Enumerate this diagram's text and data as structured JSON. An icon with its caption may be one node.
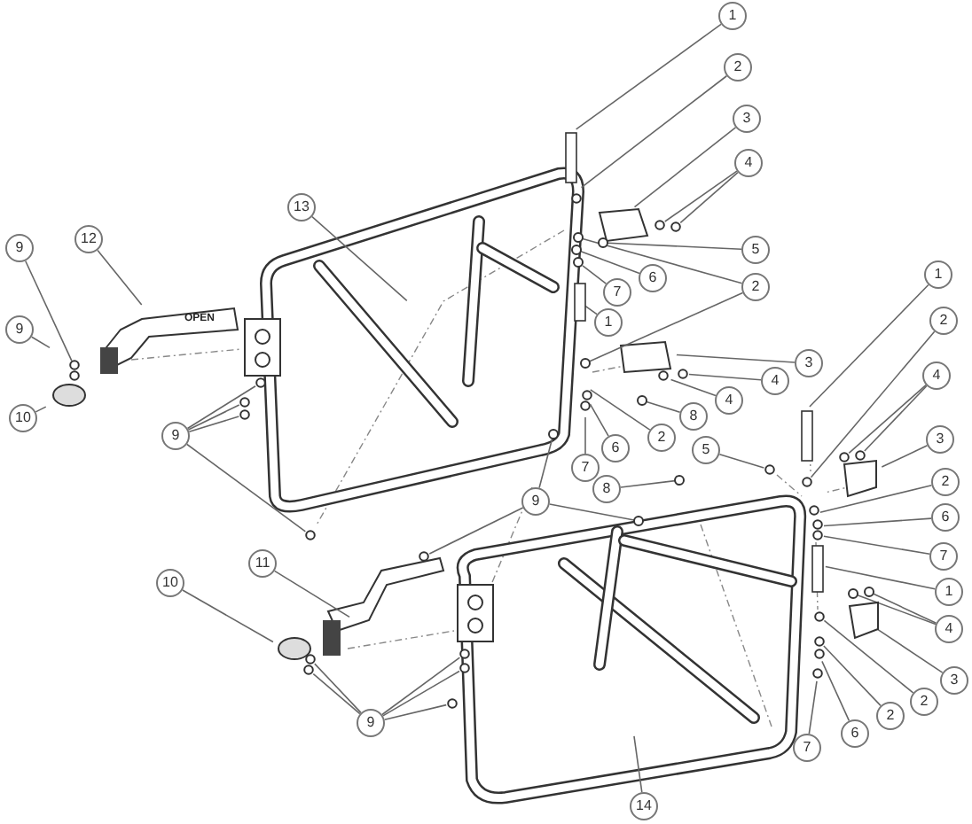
{
  "diagram": {
    "nodes": [
      {
        "text": [
          "1"
        ]
      },
      {
        "text": [
          "2"
        ]
      },
      {
        "text": [
          "3"
        ]
      },
      {
        "text": [
          "4"
        ]
      },
      {
        "text": [
          "13"
        ]
      },
      {
        "text": [
          "12"
        ]
      },
      {
        "text": [
          "9"
        ]
      },
      {
        "text": [
          "5"
        ]
      },
      {
        "text": [
          "1"
        ]
      },
      {
        "text": [
          "6"
        ]
      },
      {
        "text": [
          "7"
        ]
      },
      {
        "text": [
          "2"
        ]
      },
      {
        "text": [
          "1"
        ]
      },
      {
        "text": [
          "2"
        ]
      },
      {
        "text": [
          "9"
        ]
      },
      {
        "text": [
          "3"
        ]
      },
      {
        "text": [
          "4"
        ]
      },
      {
        "text": [
          "4"
        ]
      },
      {
        "text": [
          "4"
        ]
      },
      {
        "text": [
          "8"
        ]
      },
      {
        "text": [
          "10"
        ]
      },
      {
        "text": [
          "2"
        ]
      },
      {
        "text": [
          "9"
        ]
      },
      {
        "text": [
          "3"
        ]
      },
      {
        "text": [
          "6"
        ]
      },
      {
        "text": [
          "5"
        ]
      },
      {
        "text": [
          "7"
        ]
      },
      {
        "text": [
          "2"
        ]
      },
      {
        "text": [
          "8"
        ]
      },
      {
        "text": [
          "9"
        ]
      },
      {
        "text": [
          "6"
        ]
      },
      {
        "text": [
          "7"
        ]
      },
      {
        "text": [
          "11"
        ]
      },
      {
        "text": [
          "10"
        ]
      },
      {
        "text": [
          "1"
        ]
      },
      {
        "text": [
          "4"
        ]
      },
      {
        "text": [
          "3"
        ]
      },
      {
        "text": [
          "2"
        ]
      },
      {
        "text": [
          "2"
        ]
      },
      {
        "text": [
          "6"
        ]
      },
      {
        "text": [
          "7"
        ]
      },
      {
        "text": [
          "9"
        ]
      },
      {
        "text": [
          "14"
        ]
      },
      {
        "text": [
          "OPEN"
        ]
      },
      {
        "text": [],
        "shape": "circle"
      },
      {
        "text": [],
        "shape": "bar"
      },
      {
        "text": [],
        "shape": "circle"
      },
      {
        "text": [],
        "shape": "circle"
      },
      {
        "text": [],
        "shape": "circle"
      },
      {
        "text": [],
        "shape": "circle"
      },
      {
        "text": [],
        "shape": "box"
      },
      {
        "text": [],
        "shape": "circle"
      },
      {
        "text": [],
        "shape": "circle"
      },
      {
        "text": [],
        "shape": "circle"
      },
      {
        "text": [],
        "shape": "circle"
      },
      {
        "text": [],
        "shape": "circle"
      },
      {
        "text": [],
        "shape": "circle"
      }
    ],
    "edges": [
      {
        "from": 0,
        "to": null,
        "arrow": "none"
      },
      {
        "from": 1,
        "to": null,
        "arrow": "none"
      },
      {
        "from": 2,
        "to": null,
        "arrow": "none"
      },
      {
        "from": 3,
        "to": null,
        "arrow": "none"
      },
      {
        "from": 3,
        "to": null,
        "arrow": "none"
      },
      {
        "from": 4,
        "to": null,
        "arrow": "none"
      },
      {
        "from": 5,
        "to": 43,
        "arrow": "none"
      },
      {
        "from": 6,
        "to": null,
        "arrow": "none"
      },
      {
        "from": 7,
        "to": 54,
        "arrow": "none"
      },
      {
        "from": 8,
        "to": null,
        "arrow": "none"
      },
      {
        "from": 9,
        "to": 55,
        "arrow": "none"
      },
      {
        "from": 10,
        "to": 51,
        "arrow": "none"
      },
      {
        "from": 11,
        "to": 56,
        "arrow": "none"
      },
      {
        "from": 11,
        "to": 44,
        "arrow": "none"
      },
      {
        "from": 12,
        "to": 45,
        "arrow": "none"
      },
      {
        "from": 13,
        "to": null,
        "arrow": "none"
      },
      {
        "from": 14,
        "to": null,
        "arrow": "none"
      },
      {
        "from": 15,
        "to": null,
        "arrow": "none"
      },
      {
        "from": 16,
        "to": null,
        "arrow": "none"
      },
      {
        "from": 16,
        "to": null,
        "arrow": "none"
      },
      {
        "from": 17,
        "to": null,
        "arrow": "none"
      },
      {
        "from": 18,
        "to": null,
        "arrow": "none"
      },
      {
        "from": 19,
        "to": 46,
        "arrow": "none"
      },
      {
        "from": 20,
        "to": null,
        "arrow": "none"
      },
      {
        "from": 21,
        "to": null,
        "arrow": "none"
      },
      {
        "from": 22,
        "to": null,
        "arrow": "none"
      },
      {
        "from": 22,
        "to": null,
        "arrow": "none"
      },
      {
        "from": 22,
        "to": null,
        "arrow": "none"
      },
      {
        "from": 22,
        "to": null,
        "arrow": "none"
      },
      {
        "from": 23,
        "to": null,
        "arrow": "none"
      },
      {
        "from": 24,
        "to": null,
        "arrow": "none"
      },
      {
        "from": 25,
        "to": null,
        "arrow": "none"
      },
      {
        "from": 26,
        "to": null,
        "arrow": "none"
      },
      {
        "from": 27,
        "to": null,
        "arrow": "none"
      },
      {
        "from": 28,
        "to": 47,
        "arrow": "none"
      },
      {
        "from": 29,
        "to": 48,
        "arrow": "none"
      },
      {
        "from": 29,
        "to": 49,
        "arrow": "none"
      },
      {
        "from": 29,
        "to": null,
        "arrow": "none"
      },
      {
        "from": 30,
        "to": null,
        "arrow": "none"
      },
      {
        "from": 31,
        "to": null,
        "arrow": "none"
      },
      {
        "from": 32,
        "to": null,
        "arrow": "none"
      },
      {
        "from": 33,
        "to": null,
        "arrow": "none"
      },
      {
        "from": 34,
        "to": null,
        "arrow": "none"
      },
      {
        "from": 35,
        "to": 52,
        "arrow": "none"
      },
      {
        "from": 35,
        "to": 53,
        "arrow": "none"
      },
      {
        "from": 36,
        "to": 50,
        "arrow": "none"
      },
      {
        "from": 37,
        "to": null,
        "arrow": "none"
      },
      {
        "from": 38,
        "to": null,
        "arrow": "none"
      },
      {
        "from": 39,
        "to": null,
        "arrow": "none"
      },
      {
        "from": 40,
        "to": null,
        "arrow": "none"
      },
      {
        "from": 41,
        "to": null,
        "arrow": "none"
      },
      {
        "from": 41,
        "to": null,
        "arrow": "none"
      },
      {
        "from": 41,
        "to": null,
        "arrow": "none"
      },
      {
        "from": 41,
        "to": null,
        "arrow": "none"
      },
      {
        "from": 41,
        "to": null,
        "arrow": "none"
      },
      {
        "from": 42,
        "to": null,
        "arrow": "none"
      }
    ]
  }
}
